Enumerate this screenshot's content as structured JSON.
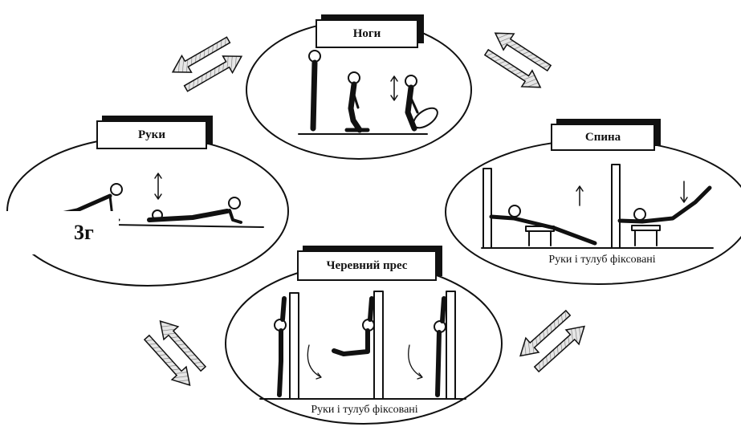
{
  "groups": {
    "legs": {
      "label": "Ноги"
    },
    "arms": {
      "label": "Руки"
    },
    "back": {
      "label": "Спина",
      "caption": "Руки і тулуб фіксовані"
    },
    "abs": {
      "label": "Черевний прес",
      "caption": "Руки і тулуб фіксовані"
    }
  },
  "figure_tag": "3г",
  "colors": {
    "ink": "#111111",
    "background": "#ffffff",
    "arrow_fill": "#d8d8d8"
  }
}
